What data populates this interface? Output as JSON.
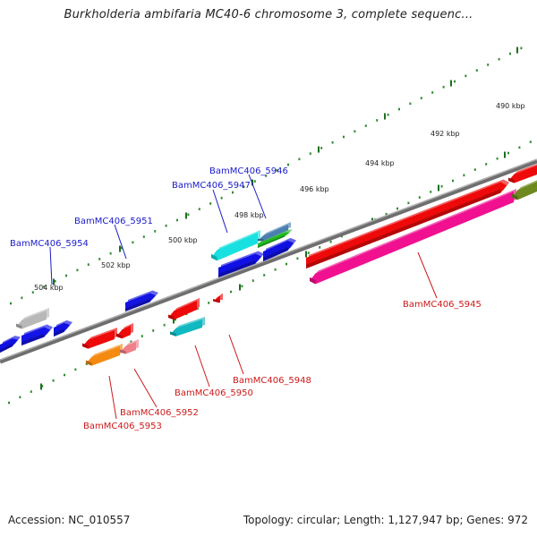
{
  "title": "Burkholderia ambifaria MC40-6 chromosome 3, complete sequenc...",
  "footer": {
    "accession": "Accession: NC_010557",
    "topology": "Topology: circular; Length: 1,127,947 bp; Genes: 972"
  },
  "colors": {
    "forward_label": "#1a1acc",
    "reverse_label": "#cc1a1a",
    "backbone": "#808080",
    "ruler": "#2e8b2e"
  },
  "ruler_labels": [
    "490 kbp",
    "492 kbp",
    "494 kbp",
    "496 kbp",
    "498 kbp",
    "500 kbp",
    "502 kbp",
    "504 kbp"
  ],
  "gene_labels": [
    {
      "text": "BamMC406_5946",
      "strand": "forward"
    },
    {
      "text": "BamMC406_5947",
      "strand": "forward"
    },
    {
      "text": "BamMC406_5951",
      "strand": "forward"
    },
    {
      "text": "BamMC406_5954",
      "strand": "forward"
    },
    {
      "text": "BamMC406_5945",
      "strand": "reverse"
    },
    {
      "text": "BamMC406_5948",
      "strand": "reverse"
    },
    {
      "text": "BamMC406_5950",
      "strand": "reverse"
    },
    {
      "text": "BamMC406_5952",
      "strand": "reverse"
    },
    {
      "text": "BamMC406_5953",
      "strand": "reverse"
    }
  ]
}
